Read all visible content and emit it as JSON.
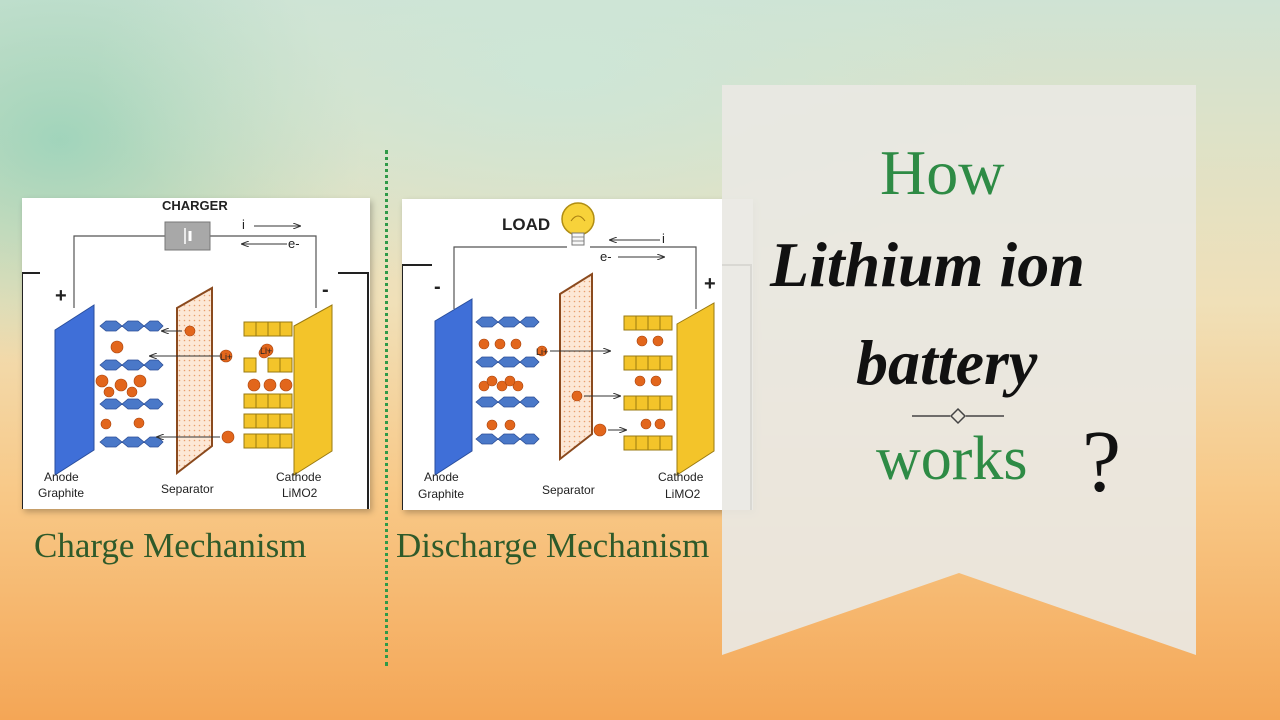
{
  "charge_diagram": {
    "source_label": "CHARGER",
    "current_label": "i",
    "electron_label": "e-",
    "left_terminal": "+",
    "right_terminal": "-",
    "ion_label": "Li+",
    "anode_label": "Anode",
    "anode_material": "Graphite",
    "separator_label": "Separator",
    "cathode_label": "Cathode",
    "cathode_material": "LiMO2",
    "caption": "Charge Mechanism"
  },
  "discharge_diagram": {
    "source_label": "LOAD",
    "current_label": "i",
    "electron_label": "e-",
    "left_terminal": "-",
    "right_terminal": "+",
    "ion_label": "Li+",
    "anode_label": "Anode",
    "anode_material": "Graphite",
    "separator_label": "Separator",
    "cathode_label": "Cathode",
    "cathode_material": "LiMO2",
    "caption": "Discharge Mechanism"
  },
  "title": {
    "line1": "How",
    "line2": "Lithium ion",
    "line3": "battery",
    "line4": "works",
    "punctuation": "?"
  },
  "colors": {
    "anode": "#3f6fd8",
    "cathode": "#f3c42a",
    "ion": "#e2661c",
    "graphite": "#4a78c8",
    "title_green": "#2e8b45",
    "caption_green": "#2f5a2a"
  }
}
